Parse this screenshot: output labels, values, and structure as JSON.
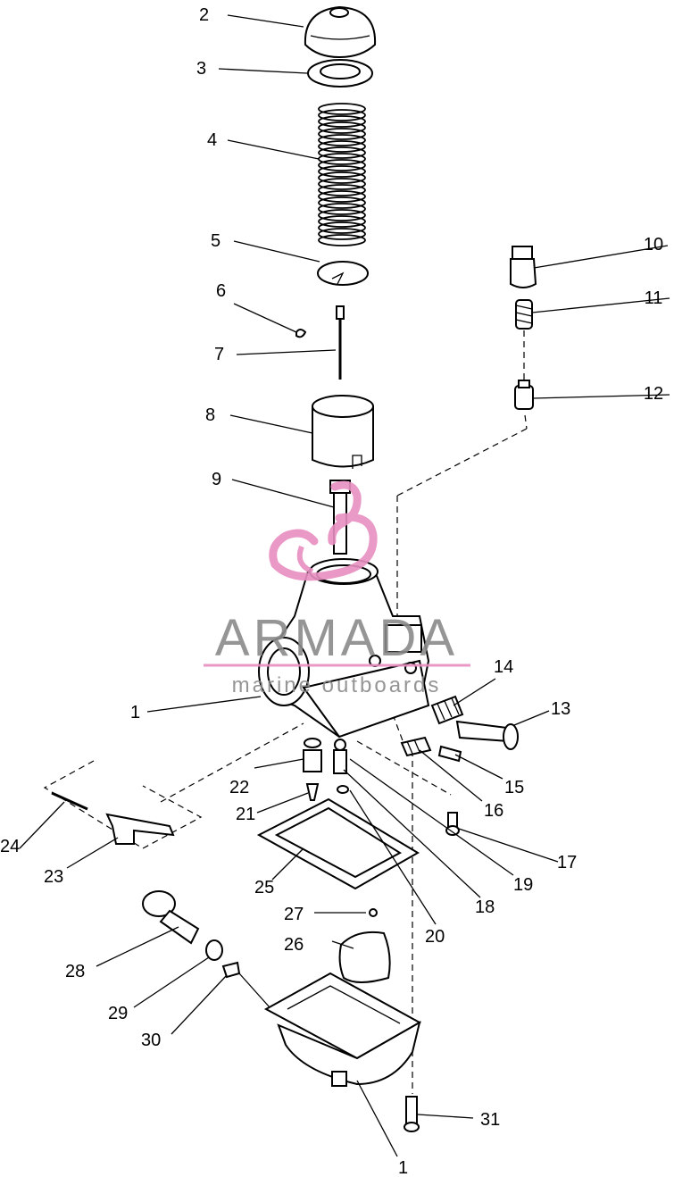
{
  "watermark": {
    "brand": "ARMADA",
    "tagline": "marine outboards",
    "accent_color": "#e88fc0",
    "text_color": "#8a8a8a"
  },
  "callouts": [
    {
      "label": "2"
    },
    {
      "label": "3"
    },
    {
      "label": "4"
    },
    {
      "label": "5"
    },
    {
      "label": "6"
    },
    {
      "label": "7"
    },
    {
      "label": "8"
    },
    {
      "label": "9"
    },
    {
      "label": "10"
    },
    {
      "label": "11"
    },
    {
      "label": "12"
    },
    {
      "label": "1"
    },
    {
      "label": "14"
    },
    {
      "label": "13"
    },
    {
      "label": "22"
    },
    {
      "label": "15"
    },
    {
      "label": "21"
    },
    {
      "label": "16"
    },
    {
      "label": "24"
    },
    {
      "label": "17"
    },
    {
      "label": "23"
    },
    {
      "label": "25"
    },
    {
      "label": "19"
    },
    {
      "label": "18"
    },
    {
      "label": "20"
    },
    {
      "label": "27"
    },
    {
      "label": "26"
    },
    {
      "label": "28"
    },
    {
      "label": "29"
    },
    {
      "label": "30"
    },
    {
      "label": "31"
    },
    {
      "label": "1"
    }
  ]
}
